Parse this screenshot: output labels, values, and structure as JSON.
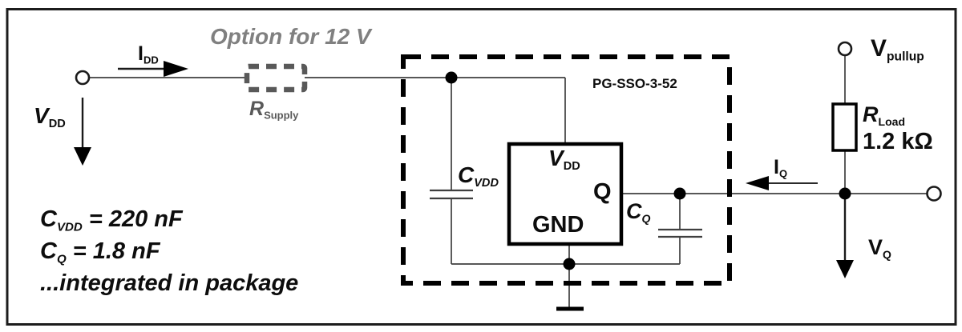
{
  "figure": {
    "description": "Application circuit diagram for a sensor in PG-SSO-3-52 package with pull-up load"
  },
  "labels": {
    "vdd_left": {
      "main": "V",
      "sub": "DD"
    },
    "idd": {
      "main": "I",
      "sub": "DD"
    },
    "option_12v": "Option for 12 V",
    "rsupply": {
      "main": "R",
      "sub": "Supply"
    },
    "package": "PG-SSO-3-52",
    "cvdd": {
      "main": "C",
      "sub": "VDD"
    },
    "ic": {
      "vdd_main": "V",
      "vdd_sub": "DD",
      "q": "Q",
      "gnd": "GND"
    },
    "cq": {
      "main": "C",
      "sub": "Q"
    },
    "iq": {
      "main": "I",
      "sub": "Q"
    },
    "vpullup": {
      "main": "V",
      "sub": "pullup"
    },
    "rload": {
      "main": "R",
      "sub": "Load",
      "value": "1.2 kΩ"
    },
    "vq": {
      "main": "V",
      "sub": "Q"
    }
  },
  "notes": [
    {
      "main": "C",
      "sub": "VDD",
      "rest": " = 220 nF"
    },
    {
      "main": "C",
      "sub": "Q",
      "rest": " = 1.8 nF"
    },
    {
      "text": "...integrated in package"
    }
  ],
  "colors": {
    "wire": "#3f3f3f",
    "component": "#000000",
    "option_gray": "#808080",
    "rsupply_gray": "#595959",
    "background": "#ffffff"
  }
}
